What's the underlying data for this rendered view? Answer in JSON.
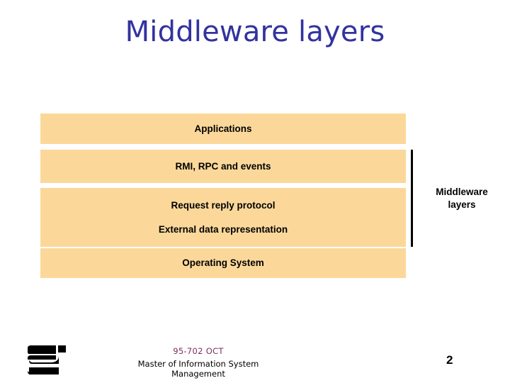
{
  "slide": {
    "title": "Middleware layers",
    "title_color": "#3232a0",
    "page_number": "2"
  },
  "diagram": {
    "box_fill_color": "#fbd89a",
    "layers": [
      {
        "labels": [
          "Applications"
        ]
      },
      {
        "labels": [
          "RMI, RPC and events"
        ]
      },
      {
        "labels": [
          "Request reply protocol",
          "External data representation"
        ]
      },
      {
        "labels": [
          "Operating System"
        ]
      }
    ],
    "bracket": {
      "color": "#000000",
      "annotation_line1": "Middleware",
      "annotation_line2": "layers"
    }
  },
  "footer": {
    "logo_name": "heinz-college-logo",
    "course_code": "95-702 OCT",
    "program_line1": "Master of Information System",
    "program_line2": "Management",
    "course_code_color": "#7b2f5e"
  }
}
